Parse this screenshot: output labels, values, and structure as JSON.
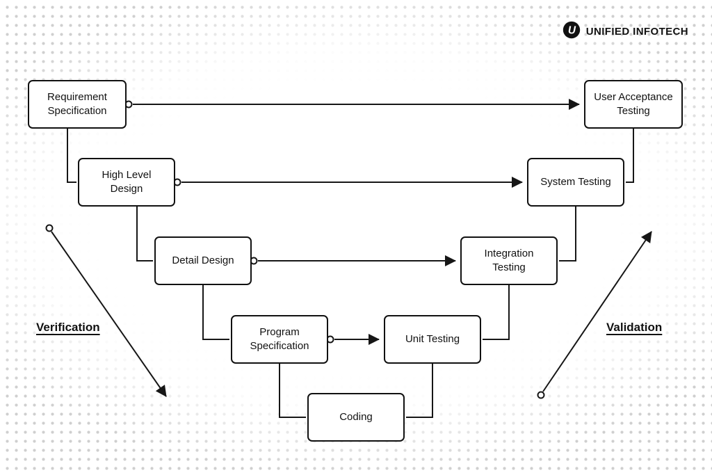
{
  "brand": {
    "name": "UNIFIED INFOTECH",
    "logo_icon": "unified-infotech-mark",
    "logo_color": "#111111"
  },
  "diagram": {
    "type": "v-model",
    "boxes": [
      {
        "id": "requirement-specification",
        "label": "Requirement Specification"
      },
      {
        "id": "high-level-design",
        "label": "High Level Design"
      },
      {
        "id": "detail-design",
        "label": "Detail Design"
      },
      {
        "id": "program-specification",
        "label": "Program Specification"
      },
      {
        "id": "coding",
        "label": "Coding"
      },
      {
        "id": "unit-testing",
        "label": "Unit Testing"
      },
      {
        "id": "integration-testing",
        "label": "Integration Testing"
      },
      {
        "id": "system-testing",
        "label": "System Testing"
      },
      {
        "id": "user-acceptance-testing",
        "label": "User Acceptance Testing"
      }
    ],
    "arrows": [
      {
        "from": "Requirement Specification",
        "to": "User Acceptance Testing"
      },
      {
        "from": "High Level Design",
        "to": "System Testing"
      },
      {
        "from": "Detail Design",
        "to": "Integration Testing"
      },
      {
        "from": "Program Specification",
        "to": "Unit Testing"
      }
    ],
    "side_labels": {
      "left": "Verification",
      "right": "Validation"
    },
    "colors": {
      "line": "#161616",
      "box_border": "#111111",
      "box_fill": "#ffffff",
      "background": "#ffffff",
      "dot_pattern": "#cfcfcf"
    }
  }
}
